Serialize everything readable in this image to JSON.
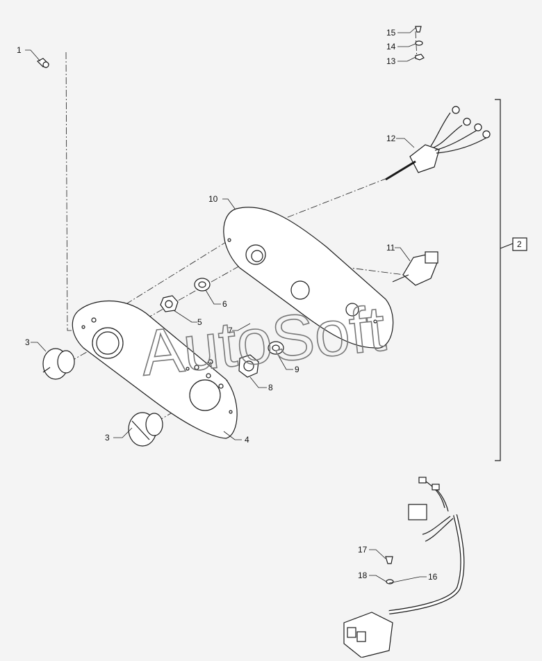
{
  "diagram": {
    "callouts": {
      "c1": "1",
      "c2": "2",
      "c3a": "3",
      "c3b": "3",
      "c4": "4",
      "c5": "5",
      "c6": "6",
      "c7": "7",
      "c8": "8",
      "c9": "9",
      "c10": "10",
      "c11": "11",
      "c12": "12",
      "c13": "13",
      "c14": "14",
      "c15": "15",
      "c16": "16",
      "c17": "17",
      "c18": "18"
    },
    "watermark": "AutoSoft"
  },
  "colors": {
    "line": "#1a1a1a",
    "background": "#f4f4f4",
    "part_fill": "#ffffff"
  }
}
